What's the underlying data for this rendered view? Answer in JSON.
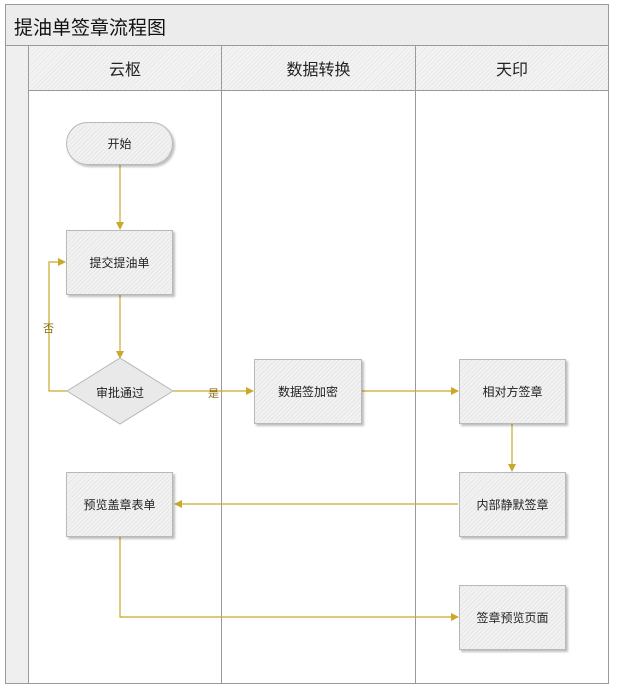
{
  "title": "提油单签章流程图",
  "lanes": [
    {
      "name": "云枢"
    },
    {
      "name": "数据转换"
    },
    {
      "name": "天印"
    }
  ],
  "nodes": {
    "start": "开始",
    "submit": "提交提油单",
    "approve": "审批通过",
    "encrypt": "数据签加密",
    "relative_sign": "相对方签章",
    "internal_sign": "内部静默签章",
    "preview_form": "预览盖章表单",
    "preview_page": "签章预览页面"
  },
  "edge_labels": {
    "yes": "是",
    "no": "否"
  },
  "colors": {
    "connector": "#c9a92a",
    "border": "#9a9a9a"
  }
}
